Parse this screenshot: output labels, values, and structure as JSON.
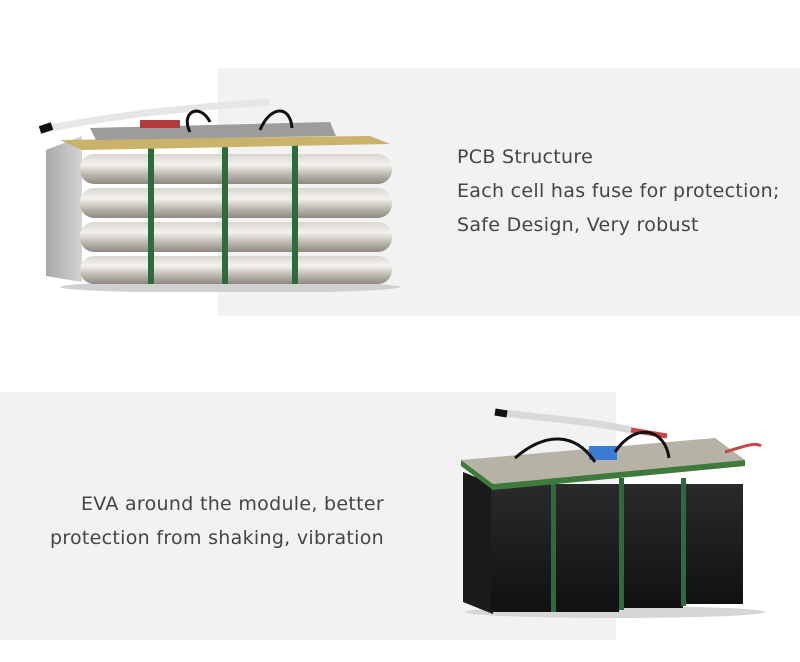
{
  "section_top": {
    "lines": [
      "PCB Structure",
      "Each cell has fuse for protection;",
      "Safe Design, Very robust"
    ]
  },
  "section_bottom": {
    "lines": [
      "EVA around the module, better",
      "protection from shaking, vibration"
    ]
  }
}
